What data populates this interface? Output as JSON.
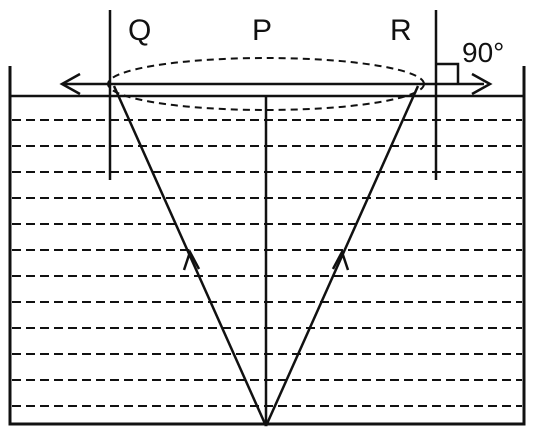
{
  "labels": {
    "q": "Q",
    "p": "P",
    "r": "R",
    "angle": "90°"
  },
  "colors": {
    "ink": "#111111",
    "background": "#ffffff"
  }
}
